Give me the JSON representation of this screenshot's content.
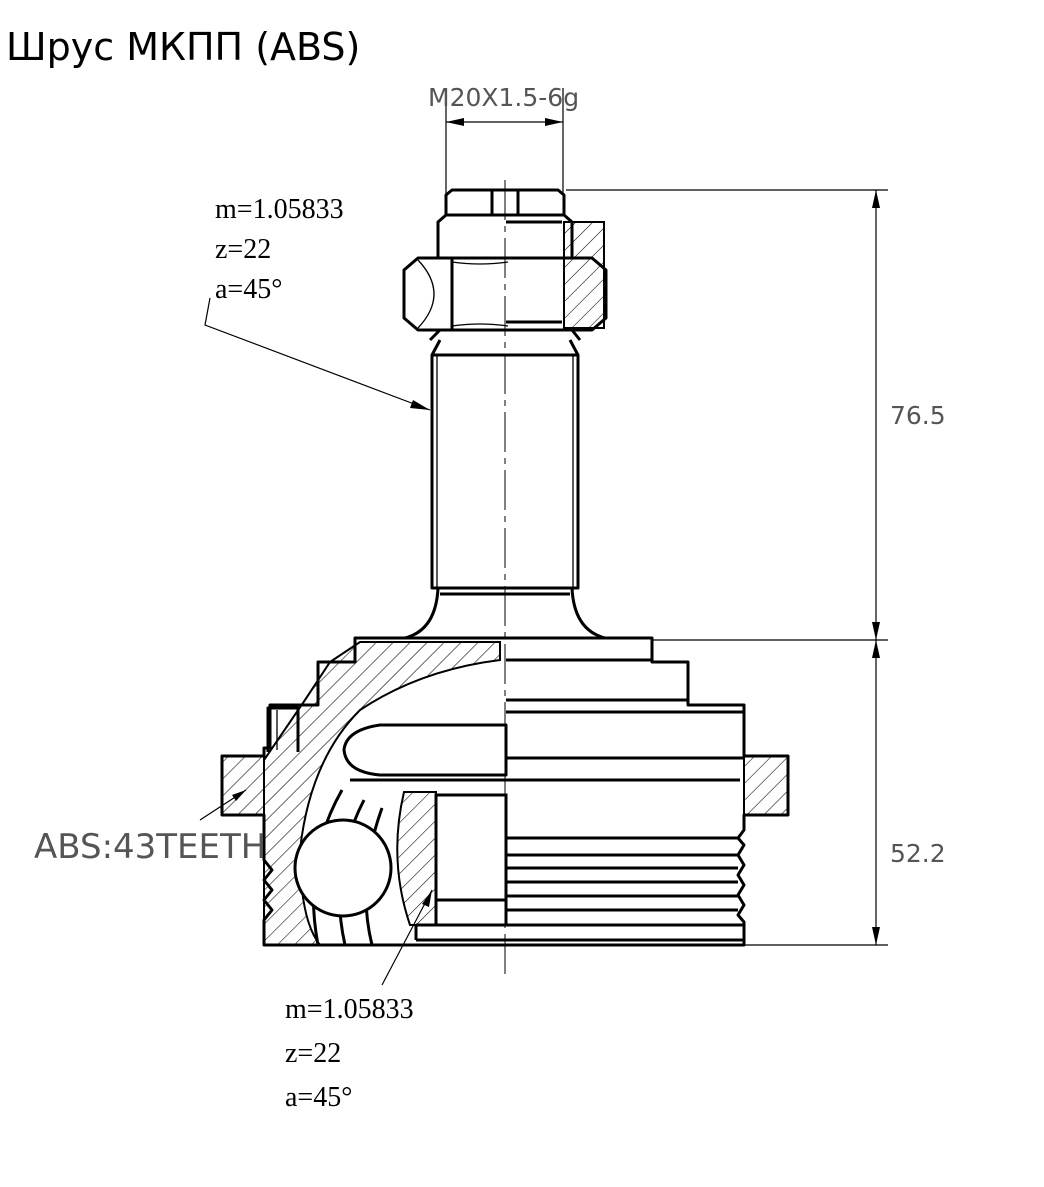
{
  "title": "Шрус  МКПП (ABS)",
  "thread_label": "M20X1.5-6g",
  "gear_top": {
    "m": "m=1.05833",
    "z": "z=22",
    "a": "a=45°"
  },
  "gear_bottom": {
    "m": "m=1.05833",
    "z": "z=22",
    "a": "a=45°"
  },
  "abs_label": "ABS:43TEETH",
  "dim_upper": "76.5",
  "dim_lower": "52.2"
}
